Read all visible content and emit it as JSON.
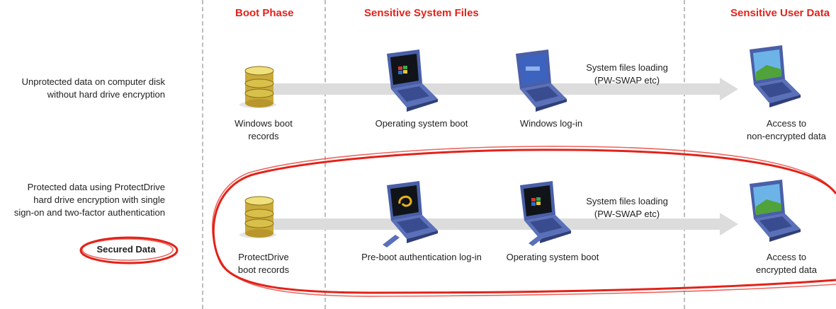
{
  "phases": {
    "boot": "Boot Phase",
    "system_files": "Sensitive System Files",
    "user_data": "Sensitive User Data"
  },
  "row1": {
    "label_line1": "Unprotected data on computer disk",
    "label_line2": "without hard drive encryption",
    "step1_line1": "Windows boot",
    "step1_line2": "records",
    "step2": "Operating system boot",
    "step3": "Windows log-in",
    "loading_line1": "System files loading",
    "loading_line2": "(PW-SWAP etc)",
    "step4_line1": "Access to",
    "step4_line2": "non-encrypted data"
  },
  "row2": {
    "label_line1": "Protected data using ProtectDrive",
    "label_line2": "hard drive encryption with single",
    "label_line3": "sign-on and two-factor authentication",
    "secured": "Secured Data",
    "step1_line1": "ProtectDrive",
    "step1_line2": "boot records",
    "step2": "Pre-boot authentication log-in",
    "step3": "Operating system boot",
    "loading_line1": "System files loading",
    "loading_line2": "(PW-SWAP etc)",
    "step4_line1": "Access to",
    "step4_line2": "encrypted data"
  },
  "colors": {
    "accent_red": "#e2231a",
    "arrow_gray": "#dcdcdc",
    "laptop_blue": "#4a5fa8",
    "database_gold": "#d8c04a"
  },
  "icons": [
    "database-icon",
    "laptop-icon",
    "usb-token-icon"
  ]
}
